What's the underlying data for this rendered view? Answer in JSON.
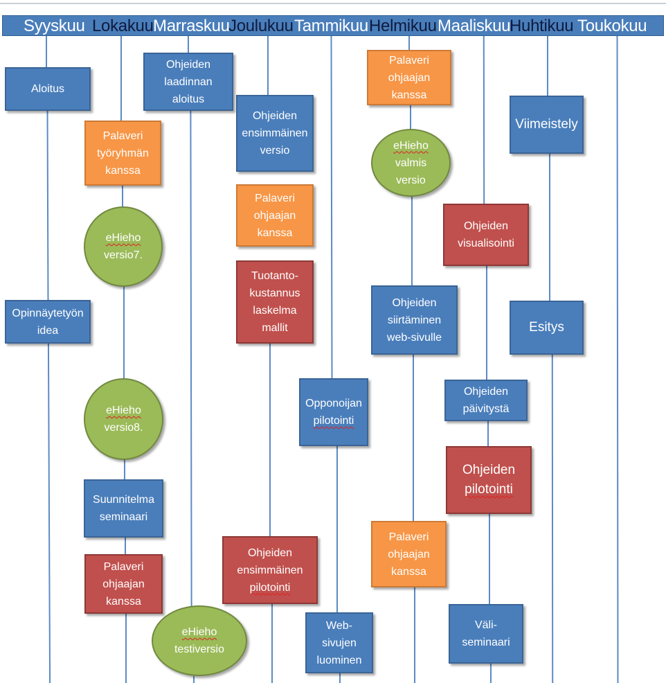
{
  "months": [
    "Syyskuu",
    "Lokakuu",
    "Marraskuu",
    "Joulukuu",
    "Tammikuu",
    "Helmikuu",
    "Maaliskuu",
    "Huhtikuu",
    "Toukokuu"
  ],
  "tasks": {
    "aloitus": "Aloitus",
    "opinnaytetyon_idea": "Opinnäytetyön\nidea",
    "palaveri_tyoryhman": "Palaveri\ntyöryhmän\nkanssa",
    "ehieho_versio7": "eHieho\nversio7.",
    "ehieho_versio8": "eHieho\nversio8.",
    "suunnitelma_seminaari": "Suunnitelma\nseminaari",
    "palaveri_ohjaajan_1": "Palaveri\nohjaajan\nkanssa",
    "ohjeiden_laadinnan_aloitus": "Ohjeiden\nlaadinnan\naloitus",
    "ehieho_testiversio": "eHieho\ntestiversio",
    "ohjeiden_ensimmainen_versio": "Ohjeiden\nensimmäinen\nversio",
    "palaveri_ohjaajan_2": "Palaveri\nohjaajan\nkanssa",
    "tuotantokustannus": "Tuotanto-\nkustannus\nlaskelma\nmallit",
    "ohjeiden_ensimmainen_pilotointi": "Ohjeiden\nensimmäinen\npilotointi",
    "opponoijan_pilotointi": "Opponoijan\npilotointi",
    "web_sivujen_luominen": "Web-\nsivujen\nluominen",
    "palaveri_ohjaajan_3": "Palaveri\nohjaajan\nkanssa",
    "ehieho_valmis_versio": "eHieho\nvalmis\nversio",
    "ohjeiden_siirtaminen": "Ohjeiden\nsiirtäminen\nweb-sivulle",
    "palaveri_ohjaajan_4": "Palaveri\nohjaajan\nkanssa",
    "ohjeiden_visualisointi": "Ohjeiden\nvisualisointi",
    "ohjeiden_paivitysta": "Ohjeiden\npäivitystä",
    "ohjeiden_pilotointi": "Ohjeiden\npilotointi",
    "vali_seminaari": "Väli-\nseminaari",
    "viimeistely": "Viimeistely",
    "esitys": "Esitys"
  },
  "colors": {
    "blue": "#4a7ebb",
    "orange": "#f79646",
    "red": "#c0504d",
    "green": "#9bbb59"
  }
}
